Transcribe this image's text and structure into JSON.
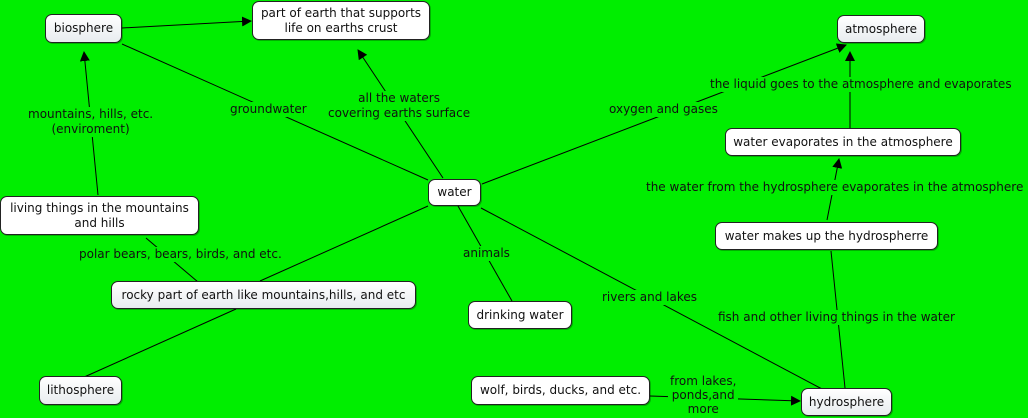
{
  "nodes": {
    "water": "water",
    "biosphere": "biosphere",
    "earth_life": "part of earth that supports\nlife on earths crust",
    "atmosphere": "atmosphere",
    "water_evaporates": "water evaporates in the atmosphere",
    "water_makes_up": "water makes up the hydrospherre",
    "hydrosphere": "hydrosphere",
    "wolf_birds": "wolf, birds, ducks, and etc.",
    "drinking_water": "drinking water",
    "rocky_part": "rocky part of earth like mountains,hills, and etc",
    "lithosphere": "lithosphere",
    "living_things": "living things in the mountains\nand hills"
  },
  "labels": {
    "groundwater": "groundwater",
    "all_waters": "all the waters\ncovering earths surface",
    "oxygen_gases": "oxygen and gases",
    "liquid_goes": "the liquid goes to the atmosphere and evaporates",
    "water_from_hydro": "the water from the hydrosphere evaporates in the atmosphere",
    "fish": "fish and other living things in the water",
    "rivers_lakes": "rivers and lakes",
    "animals": "animals",
    "from_lakes": "from lakes,\nponds,and\nmore",
    "polar_bears": "polar bears, bears, birds, and etc.",
    "mountains_hills": "mountains, hills, etc.\n(enviroment)"
  },
  "colors": {
    "background": "#00ee00",
    "line": "#000000",
    "node_fill": "#ffffff"
  }
}
